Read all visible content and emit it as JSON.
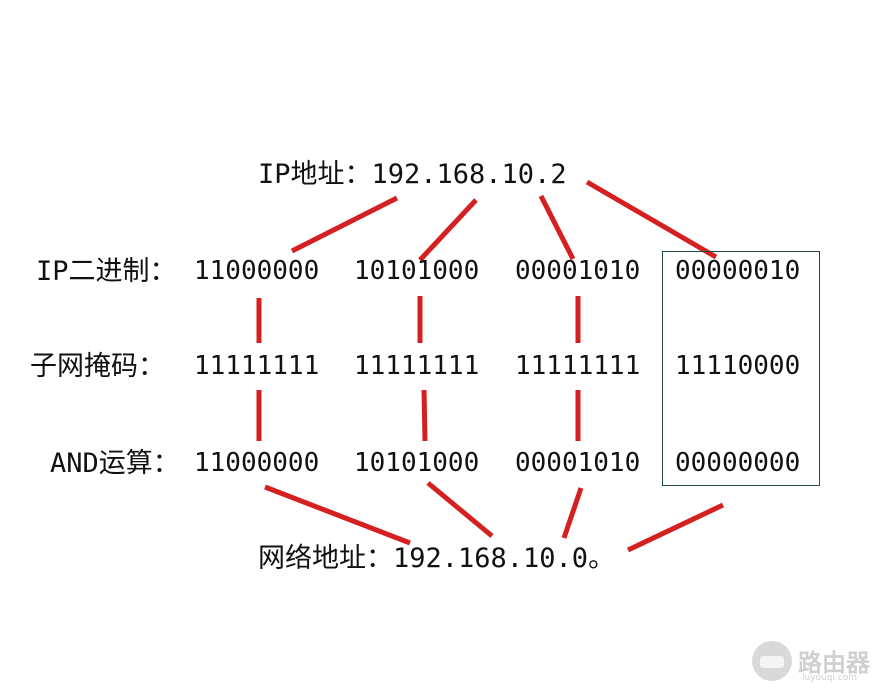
{
  "ip_line": "IP地址：192.168.10.2",
  "rows": [
    {
      "label": "IP二进制：",
      "octets": [
        "11000000",
        "10101000",
        "00001010",
        "00000010"
      ]
    },
    {
      "label": "子网掩码：",
      "octets": [
        "11111111",
        "11111111",
        "11111111",
        "11110000"
      ]
    },
    {
      "label": "AND运算：",
      "octets": [
        "11000000",
        "10101000",
        "00001010",
        "00000000"
      ]
    }
  ],
  "network_line": "网络地址：192.168.10.0。",
  "watermark": {
    "title": "路由器",
    "subtitle": "luyouqi.com"
  },
  "colors": {
    "connector": "#d42020",
    "box_border": "#1f4a4a",
    "text": "#111111"
  }
}
